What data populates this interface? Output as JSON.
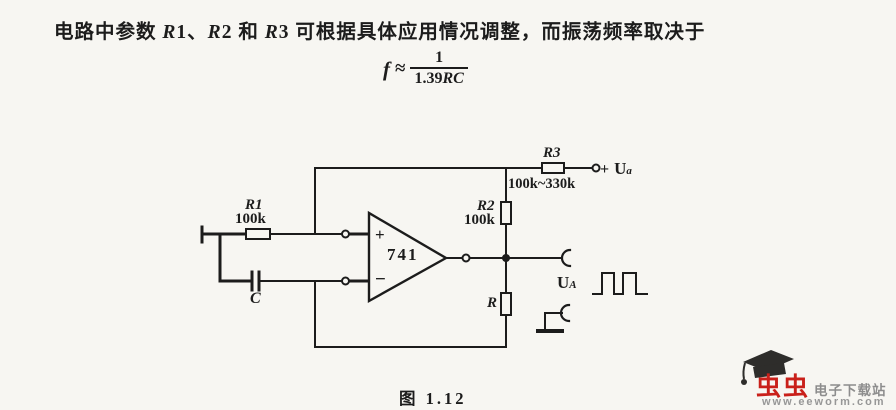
{
  "page": {
    "background": "#f7f6f2",
    "ink_color": "#1c1c1c"
  },
  "intro": {
    "parts": [
      "电路中参数 ",
      "R",
      "1、",
      "R",
      "2 和 ",
      "R",
      "3 可根据具体应用情况调整，而振荡频率取决于"
    ]
  },
  "formula": {
    "lhs": "f",
    "relation": "≈",
    "numerator": "1",
    "den_coeff": "1.39",
    "den_vars": "RC"
  },
  "circuit": {
    "r1": {
      "name": "R1",
      "value": "100k"
    },
    "c": {
      "name": "C"
    },
    "opamp": {
      "part": "741",
      "plus": "+",
      "minus": "−"
    },
    "r2": {
      "name": "R2",
      "value": "100k"
    },
    "r3": {
      "name": "R3",
      "value": "100k~330k"
    },
    "r": {
      "name": "R"
    },
    "supply": {
      "sign": "+",
      "symbol": "U",
      "sub": "a"
    },
    "output": {
      "symbol": "U",
      "sub": "A"
    }
  },
  "caption": "图 1.12",
  "watermark": {
    "brand": "虫虫",
    "label": "电子下载站",
    "url": "www.eeworm.com",
    "brand_color": "#c9201a",
    "gray_color": "#8d8d8d"
  }
}
